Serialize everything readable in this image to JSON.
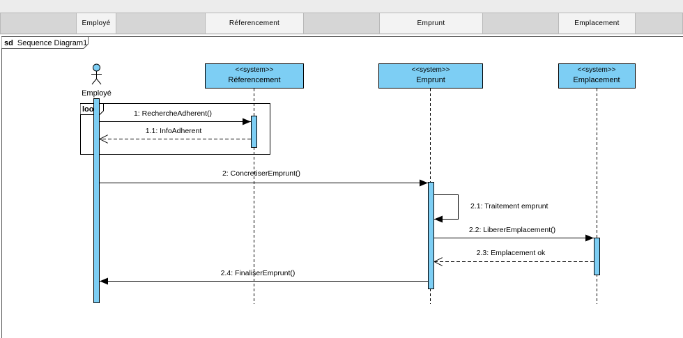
{
  "header": {
    "columns": [
      "Employé",
      "Réferencement",
      "Emprunt",
      "Emplacement"
    ]
  },
  "frame": {
    "keyword": "sd",
    "title": "Sequence Diagram1"
  },
  "actor": {
    "name": "Employé"
  },
  "lifelines": [
    {
      "stereotype": "<<system>>",
      "name": "Réferencement"
    },
    {
      "stereotype": "<<system>>",
      "name": "Emprunt"
    },
    {
      "stereotype": "<<system>>",
      "name": "Emplacement"
    }
  ],
  "fragment": {
    "operator": "loop"
  },
  "messages": [
    {
      "label": "1: RechercheAdherent()",
      "kind": "sync"
    },
    {
      "label": "1.1: InfoAdherent",
      "kind": "reply"
    },
    {
      "label": "2: ConcretiserEmprunt()",
      "kind": "sync"
    },
    {
      "label": "2.1: Traitement emprunt",
      "kind": "self"
    },
    {
      "label": "2.2: LibererEmplacement()",
      "kind": "sync"
    },
    {
      "label": "2.3: Emplacement ok",
      "kind": "reply"
    },
    {
      "label": "2.4: FinaliserEmprunt()",
      "kind": "sync"
    }
  ],
  "colors": {
    "box_fill": "#7dcef4",
    "activation_fill": "#7dcef4",
    "line": "#000000"
  }
}
